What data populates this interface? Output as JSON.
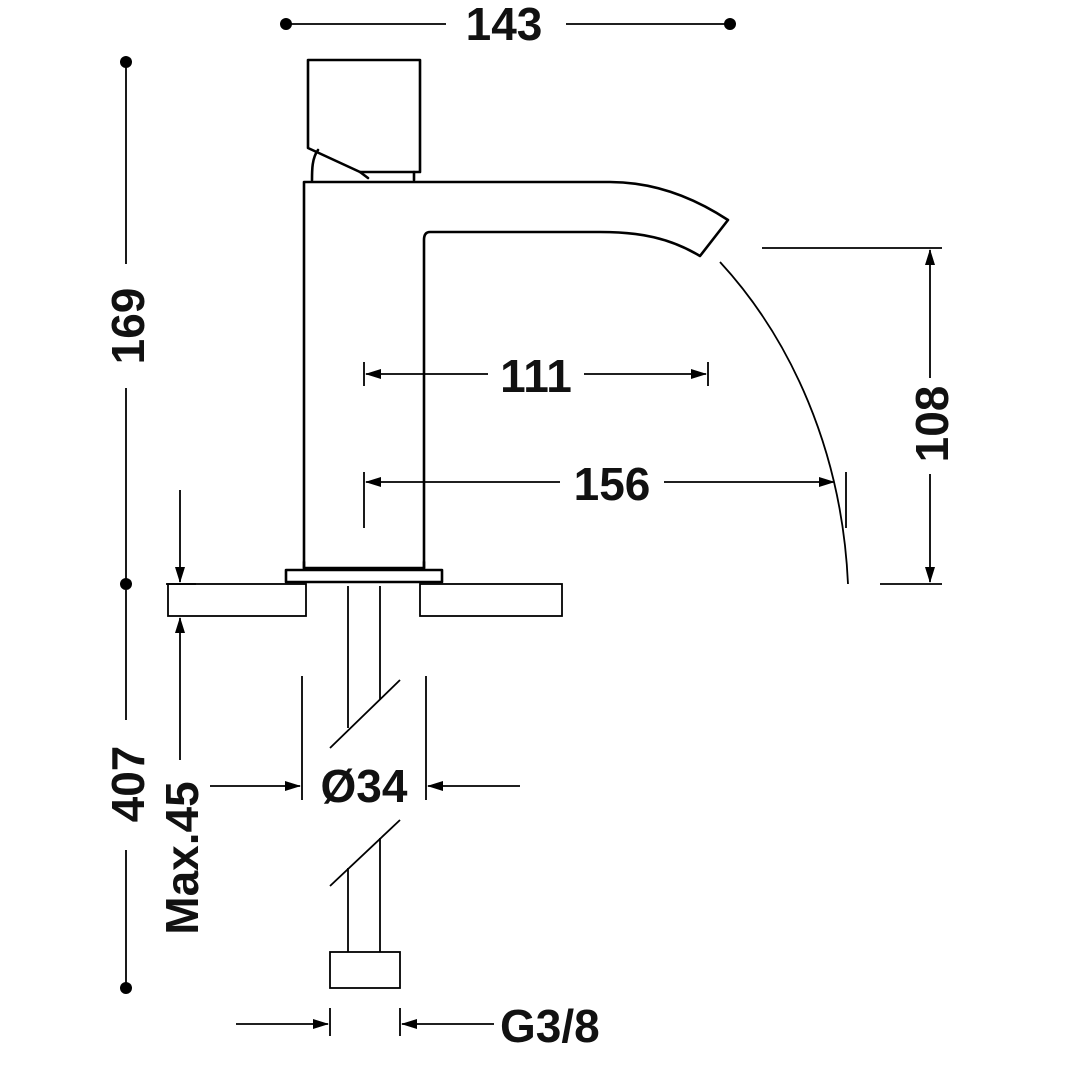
{
  "drawing": {
    "subject": "basin mixer tap side elevation",
    "line_color": "#000000",
    "background": "#ffffff"
  },
  "dimensions": {
    "overall_width": "143",
    "body_height": "169",
    "spout_clearance": "108",
    "spout_reach_inner": "111",
    "spout_reach_outer": "156",
    "total_length": "407",
    "max_deck_thickness": "Max.45",
    "body_diameter": "Ø34",
    "connection_thread": "G3/8"
  }
}
